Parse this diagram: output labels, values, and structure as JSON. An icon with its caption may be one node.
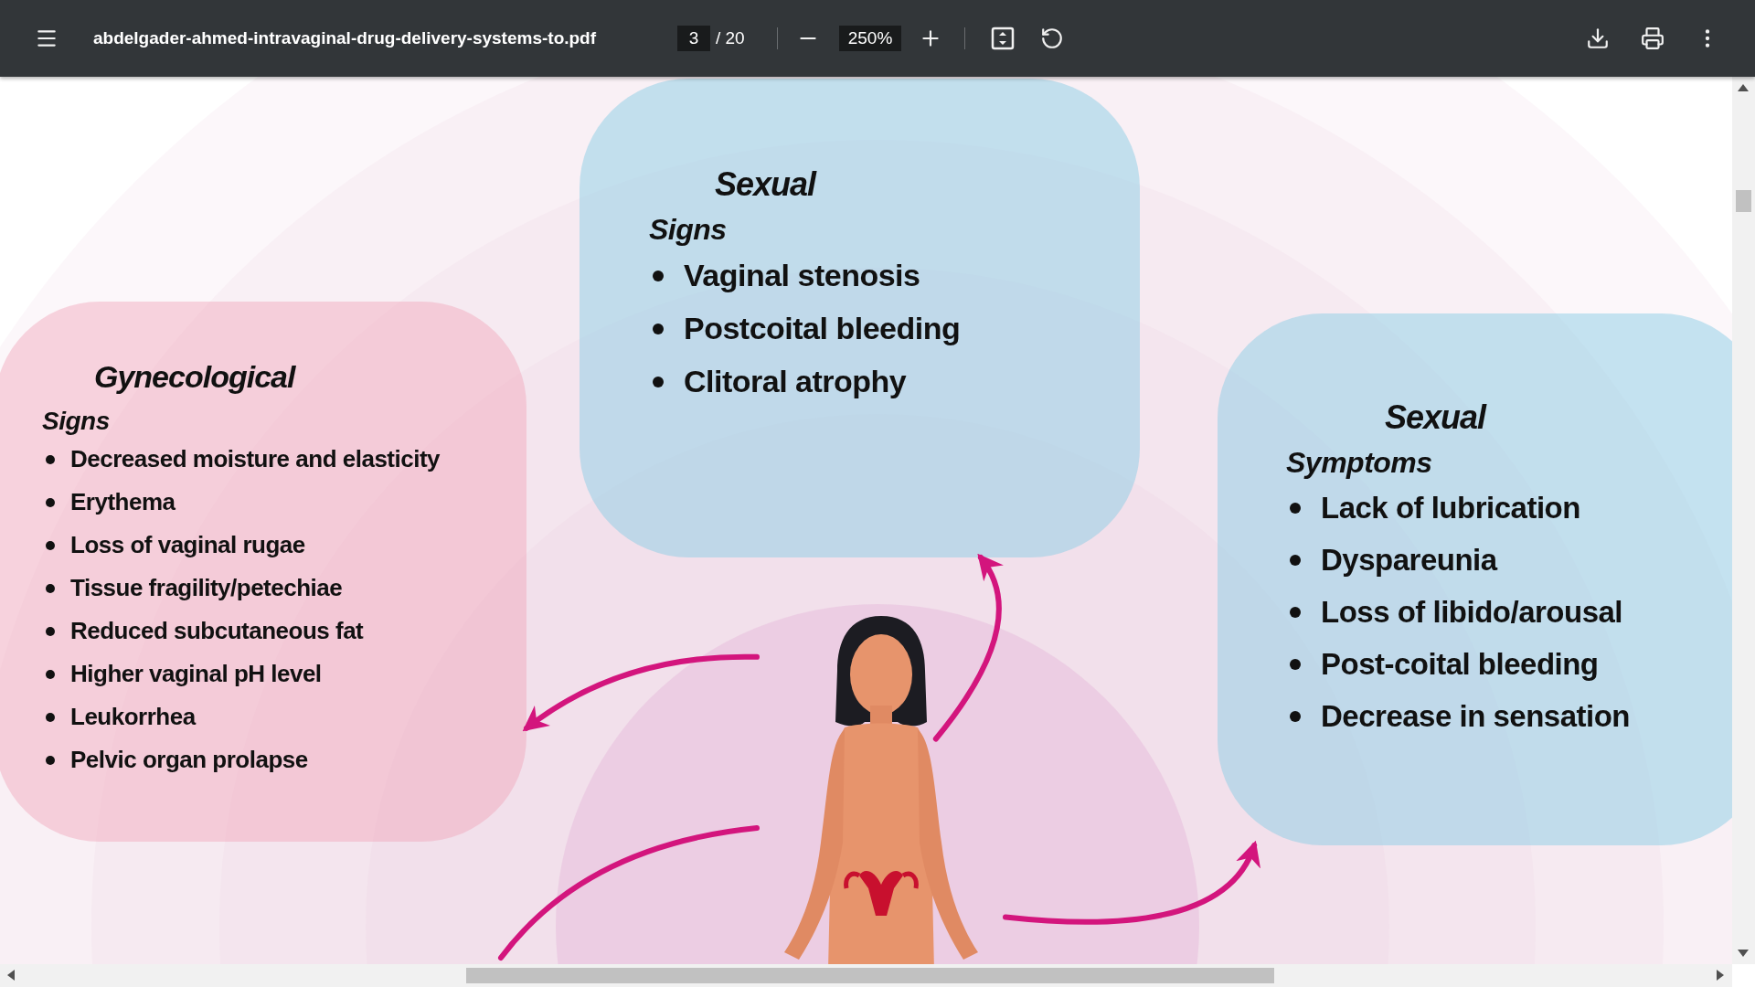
{
  "diagram": {
    "nodes": [
      {
        "text": [
          "Gynecological",
          "Signs",
          "Decreased moisture and elasticity",
          "Erythema",
          "Loss of vaginal rugae",
          "Tissue fragility/petechiae",
          "Reduced subcutaneous fat",
          "Higher vaginal pH level",
          "Leukorrhea",
          "Pelvic organ prolapse"
        ]
      },
      {
        "text": [
          "Sexual",
          "Signs",
          "Vaginal stenosis",
          "Postcoital bleeding",
          "Clitoral atrophy"
        ]
      },
      {
        "text": [
          "Sexual",
          "Symptoms",
          "Lack of lubrication",
          "Dyspareunia",
          "Loss of libido/arousal",
          "Post-coital bleeding",
          "Decrease in sensation"
        ]
      },
      {
        "text": [],
        "shape": "person"
      }
    ],
    "edges": [
      {
        "from": 3,
        "to": 0,
        "arrow": "to"
      },
      {
        "from": 3,
        "to": 1,
        "arrow": "to"
      },
      {
        "from": 3,
        "to": 2,
        "arrow": "to"
      },
      {
        "from": 3,
        "to": null,
        "arrow": "none"
      }
    ],
    "labels": [
      "abdelgader-ahmed-intravaginal-drug-delivery-systems-to.pdf",
      "3",
      "/ 20",
      "250%"
    ]
  }
}
